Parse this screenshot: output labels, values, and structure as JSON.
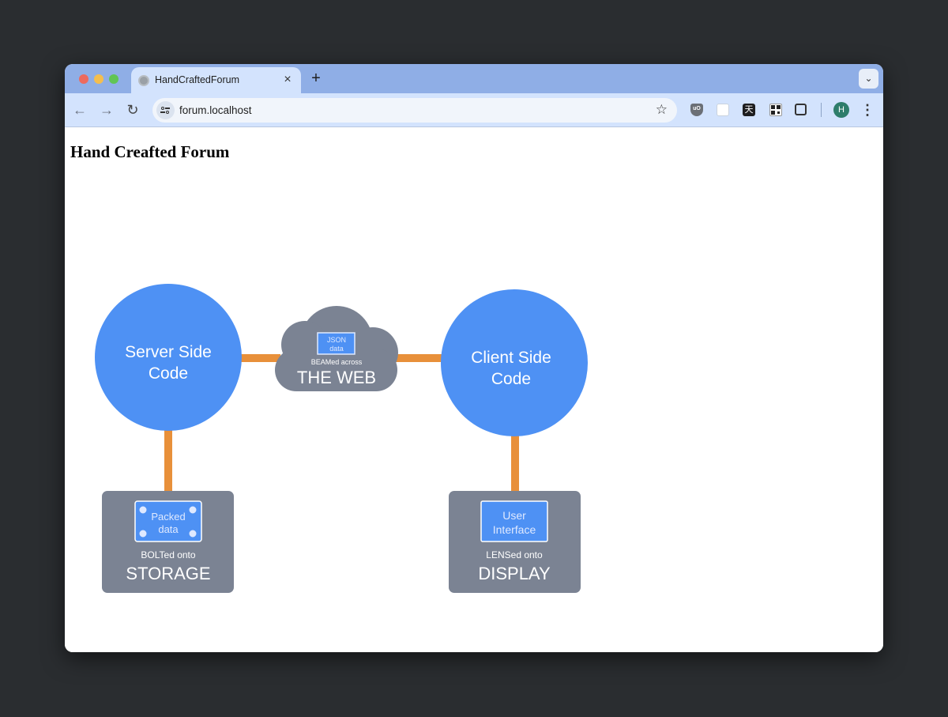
{
  "browser": {
    "tab": {
      "title": "HandCraftedForum"
    },
    "address_bar": {
      "url": "forum.localhost"
    },
    "profile_initial": "H",
    "icons": [
      "globe-icon",
      "close-icon",
      "plus-icon",
      "chevron-down-icon",
      "back-arrow-icon",
      "forward-arrow-icon",
      "reload-icon",
      "site-info-icon",
      "star-icon",
      "shield-extension-icon",
      "extension-icon",
      "tian-extension-icon",
      "qr-code-icon",
      "puzzle-icon",
      "kebab-menu-icon"
    ]
  },
  "page": {
    "title": "Hand Creafted Forum"
  },
  "diagram": {
    "server": {
      "line1": "Server Side",
      "line2": "Code"
    },
    "client": {
      "line1": "Client Side",
      "line2": "Code"
    },
    "web": {
      "chip_line1": "JSON",
      "chip_line2": "data",
      "small": "BEAMed across",
      "big": "THE WEB"
    },
    "storage": {
      "chip_line1": "Packed",
      "chip_line2": "data",
      "small": "BOLTed onto",
      "big": "STORAGE"
    },
    "display": {
      "chip_line1": "User",
      "chip_line2": "Interface",
      "small": "LENSed onto",
      "big": "DISPLAY"
    },
    "colors": {
      "node_blue": "#4e91f4",
      "box_gray": "#7b8393",
      "connector_orange": "#e8903a",
      "text_white": "#ffffff"
    }
  }
}
